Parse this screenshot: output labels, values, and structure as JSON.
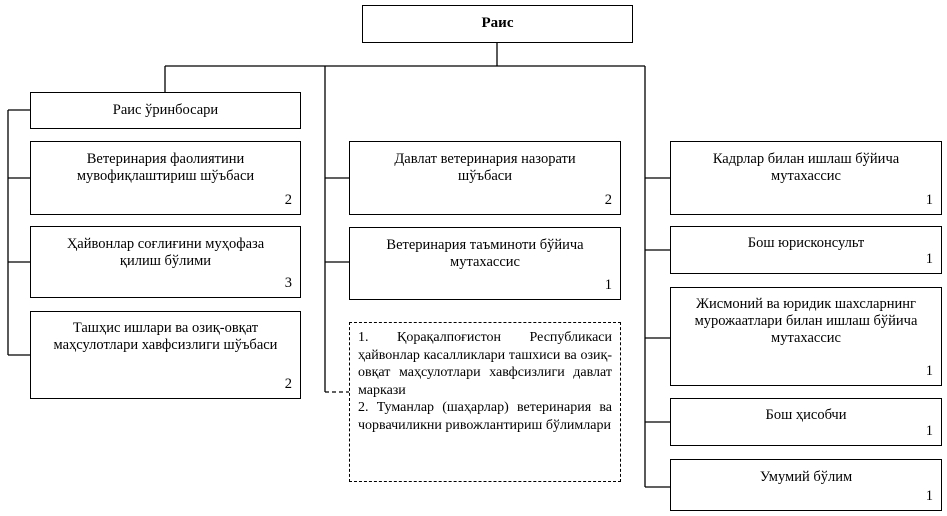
{
  "head": {
    "title": "Раис"
  },
  "left": [
    {
      "text": "Раис ўринбосари",
      "count": ""
    },
    {
      "text": "Ветеринария фаолиятини мувофиқлаштириш шўъбаси",
      "count": "2"
    },
    {
      "text": "Ҳайвонлар соғлиғини муҳофаза қилиш бўлими",
      "count": "3"
    },
    {
      "text": "Ташҳис ишлари ва озиқ-овқат маҳсулотлари хавфсизлиги шўъбаси",
      "count": "2"
    }
  ],
  "middle": [
    {
      "text": "Давлат ветеринария назорати шўъбаси",
      "count": "2"
    },
    {
      "text": "Ветеринария таъминоти бўйича мутахассис",
      "count": "1"
    }
  ],
  "subordinate": {
    "text": "1. Қорақалпоғистон Республикаси ҳайвонлар касалликлари ташхиси ва озиқ-овқат маҳсулотлари хавфсизлиги давлат маркази\n2. Туманлар (шаҳарлар) ветеринария ва чорвачиликни ривожлантириш бўлимлари"
  },
  "right": [
    {
      "text": "Кадрлар билан ишлаш бўйича мутахассис",
      "count": "1"
    },
    {
      "text": "Бош юрисконсульт",
      "count": "1"
    },
    {
      "text": "Жисмоний ва юридик шахсларнинг мурожаатлари билан ишлаш бўйича мутахассис",
      "count": "1"
    },
    {
      "text": "Бош ҳисобчи",
      "count": "1"
    },
    {
      "text": "Умумий бўлим",
      "count": "1"
    }
  ]
}
